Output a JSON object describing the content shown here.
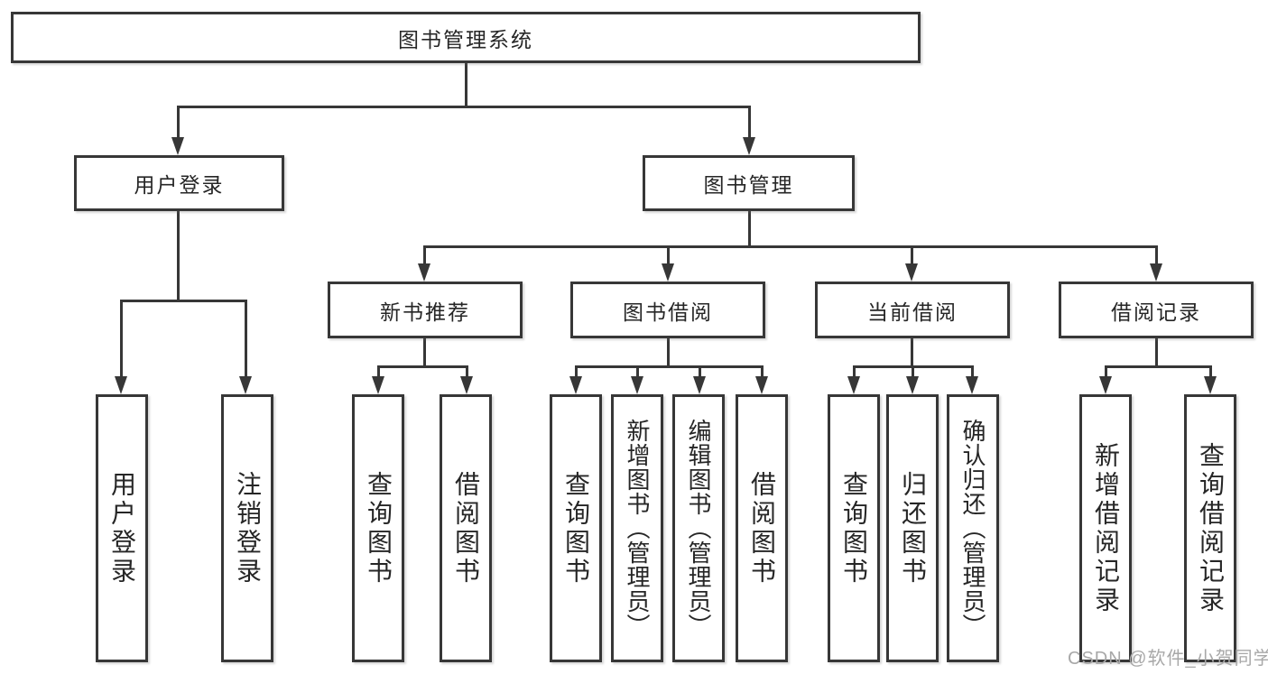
{
  "colors": {
    "line": "#373737",
    "border": "#373737",
    "text": "#262626",
    "background": "#ffffff",
    "watermark": "#a8a8a8"
  },
  "watermark": {
    "text": "CSDN @软件_小贺同学"
  },
  "tree": {
    "root": {
      "label": "图书管理系统"
    },
    "level2": [
      {
        "label": "用户登录"
      },
      {
        "label": "图书管理"
      }
    ],
    "level3": [
      {
        "label": "新书推荐"
      },
      {
        "label": "图书借阅"
      },
      {
        "label": "当前借阅"
      },
      {
        "label": "借阅记录"
      }
    ],
    "leaves": [
      {
        "label": "用户登录"
      },
      {
        "label": "注销登录"
      },
      {
        "label": "查询图书"
      },
      {
        "label": "借阅图书"
      },
      {
        "label": "查询图书"
      },
      {
        "label": "新增图书（管理员）"
      },
      {
        "label": "编辑图书（管理员）"
      },
      {
        "label": "借阅图书"
      },
      {
        "label": "查询图书"
      },
      {
        "label": "归还图书"
      },
      {
        "label": "确认归还（管理员）"
      },
      {
        "label": "新增借阅记录"
      },
      {
        "label": "查询借阅记录"
      }
    ]
  }
}
